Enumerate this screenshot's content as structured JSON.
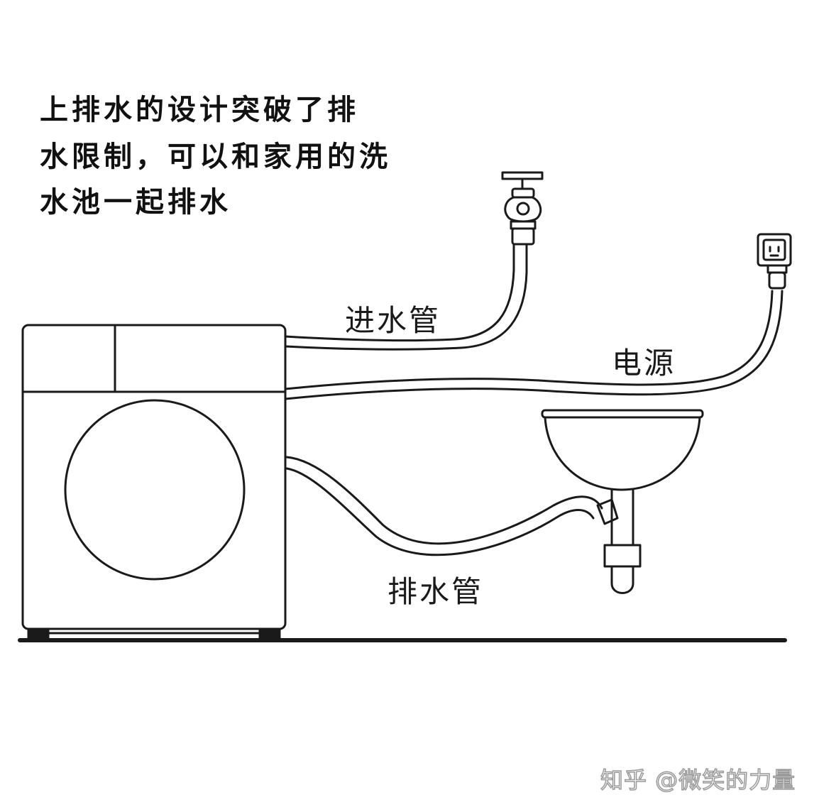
{
  "caption": {
    "lines": [
      "上排水的设计突破了排",
      "水限制，可以和家用的洗",
      "水池一起排水"
    ]
  },
  "labels": {
    "inlet_hose": "进水管",
    "power": "电源",
    "drain_hose": "排水管"
  },
  "watermark": "知乎 @微笑的力量",
  "colors": {
    "line": "#1a1a1a",
    "background": "#ffffff"
  }
}
